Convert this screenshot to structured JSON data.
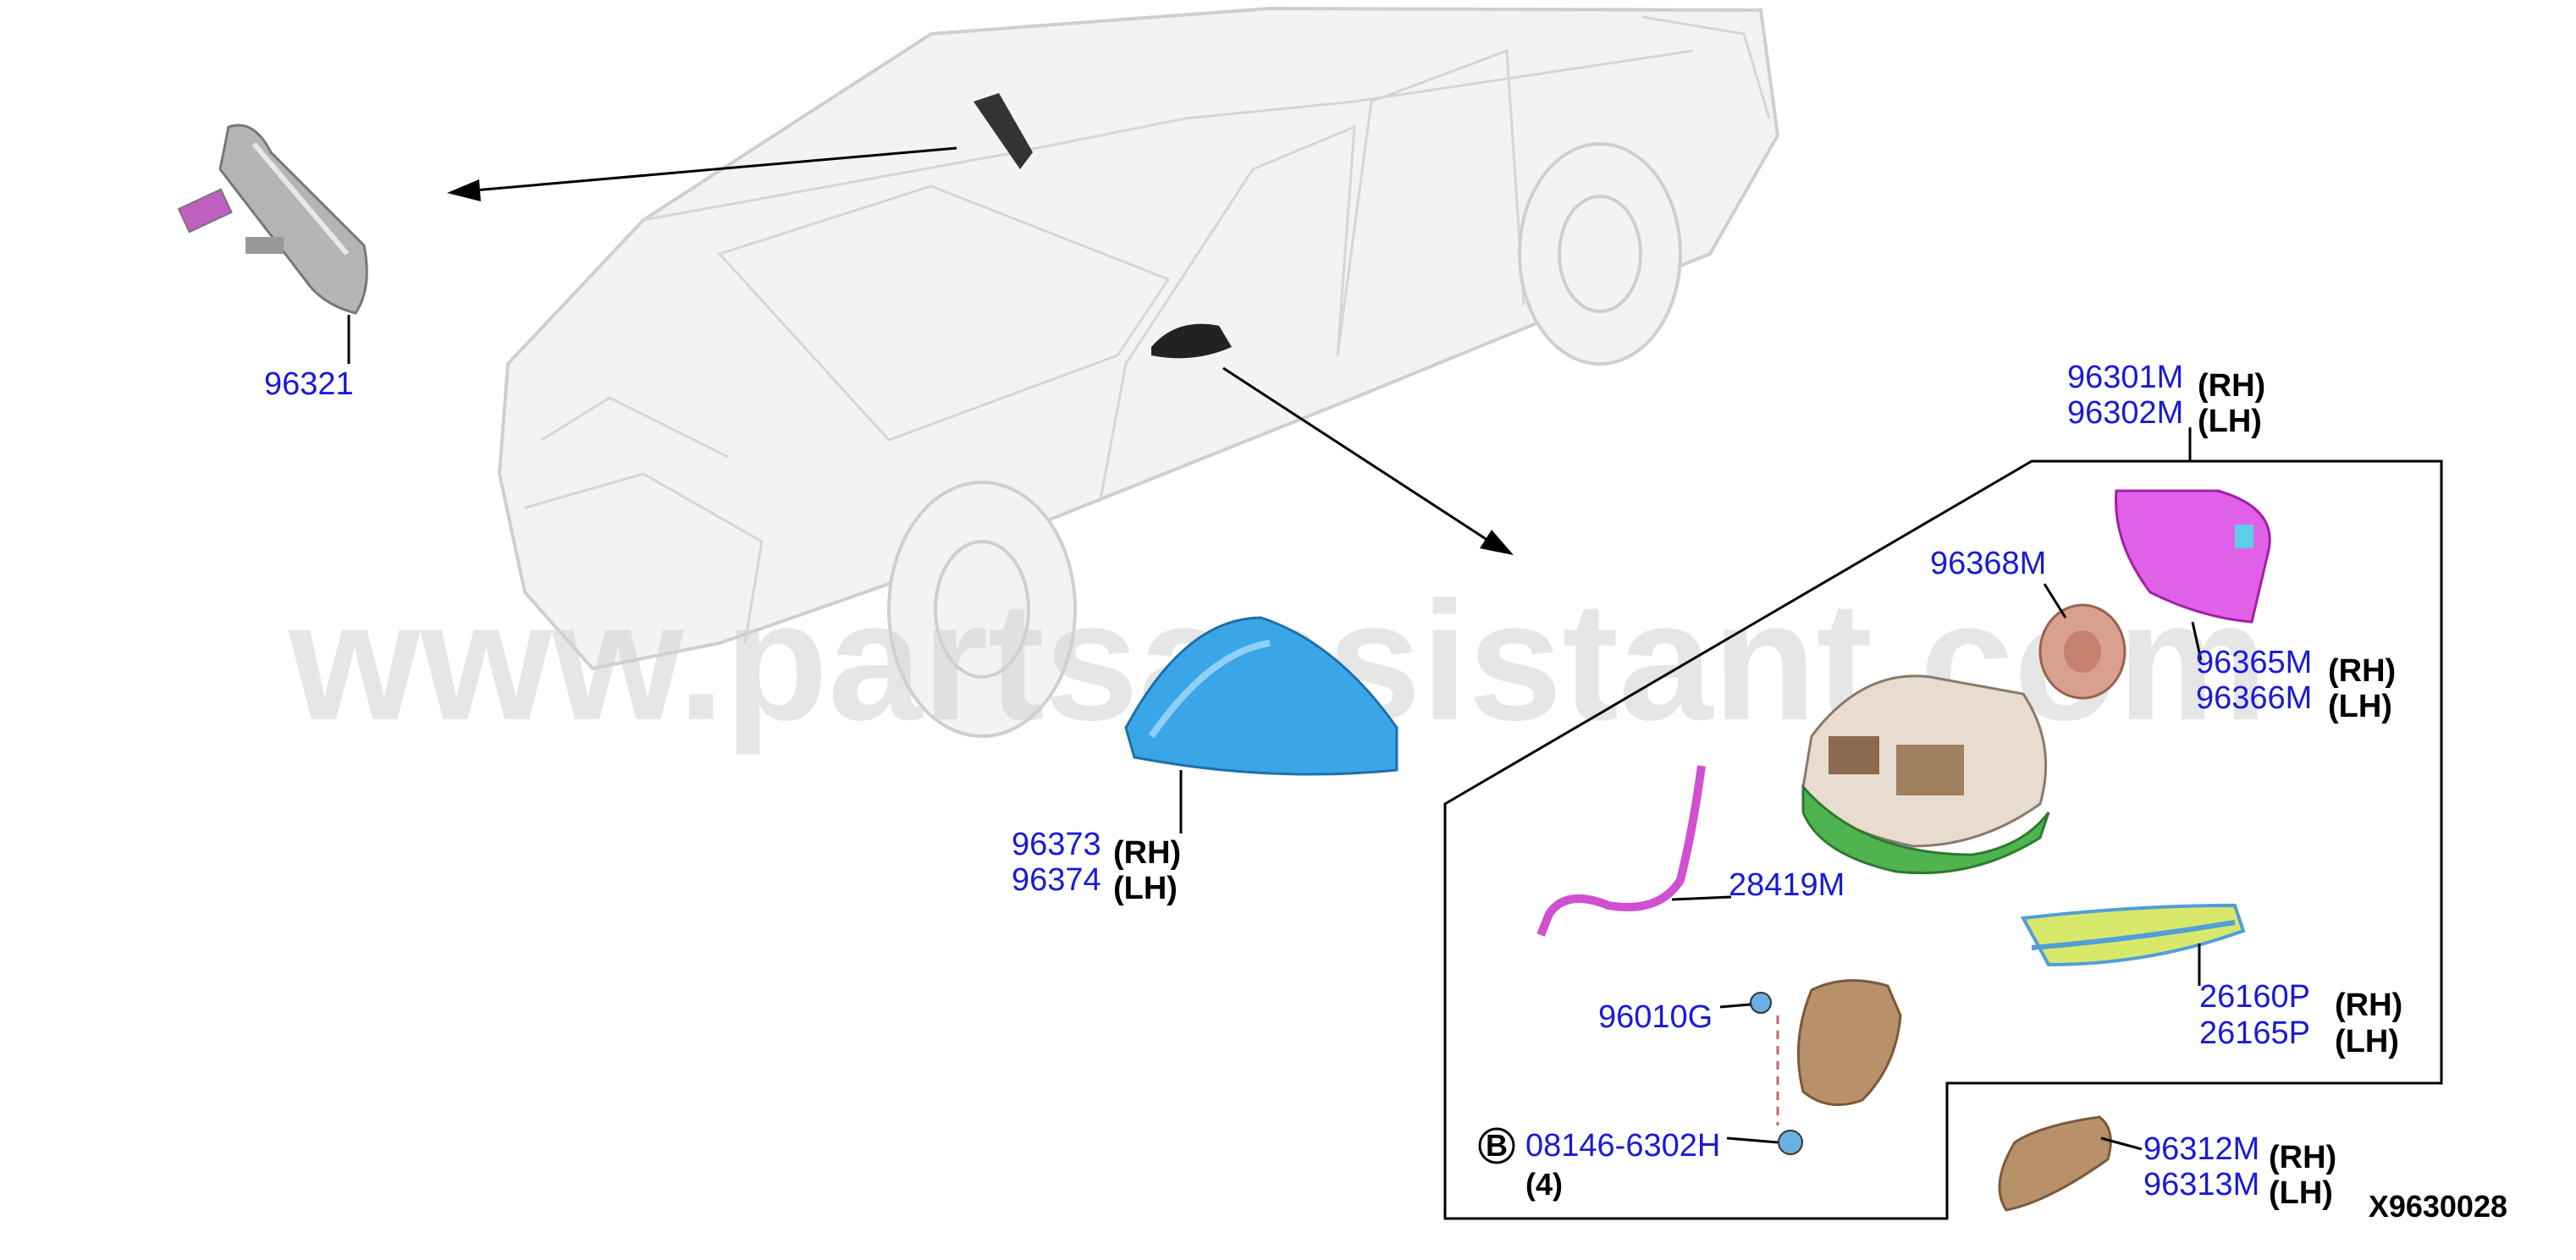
{
  "diagram": {
    "reference_code": "X9630028",
    "watermark": "www.partsassistant.com",
    "parts": {
      "p96321": "96321",
      "p96301M": "96301M",
      "p96302M": "96302M",
      "p96368M": "96368M",
      "p96365M": "96365M",
      "p96366M": "96366M",
      "p96373": "96373",
      "p96374": "96374",
      "p28419M": "28419M",
      "p26160P": "26160P",
      "p26165P": "26165P",
      "p96010G": "96010G",
      "p08146": "08146-6302H",
      "qty08146": "(4)",
      "bolt_badge": "B",
      "p96312M": "96312M",
      "p96313M": "96313M"
    },
    "sides": {
      "rh": "(RH)",
      "lh": "(LH)"
    },
    "colors": {
      "part_number": "#1a1ad6",
      "mirror_cover": "#3aa6e8",
      "glass": "#e060e8",
      "base": "#4fb34f",
      "turn_lamp": "#d8e86a",
      "housing": "#b8906a"
    }
  }
}
